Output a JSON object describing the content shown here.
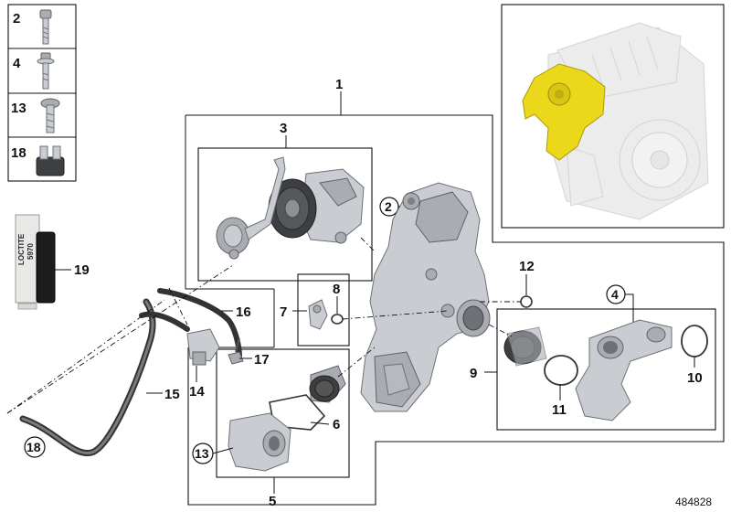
{
  "callouts": {
    "c1": "1",
    "c2": "2",
    "c3": "3",
    "c4": "4",
    "c5": "5",
    "c6": "6",
    "c7": "7",
    "c8": "8",
    "c9": "9",
    "c10": "10",
    "c11": "11",
    "c12": "12",
    "c13": "13",
    "c14": "14",
    "c15": "15",
    "c16": "16",
    "c17": "17",
    "c18": "18",
    "c19": "19"
  },
  "legend": [
    {
      "num": "2",
      "icon": "bolt-icon"
    },
    {
      "num": "4",
      "icon": "flange-bolt-icon"
    },
    {
      "num": "13",
      "icon": "torx-bolt-icon"
    },
    {
      "num": "18",
      "icon": "clip-icon"
    }
  ],
  "sealant": {
    "brand": "LOCTITE",
    "code": "5970"
  },
  "diagram_id": "484828",
  "colors": {
    "highlight": "#ecd81a",
    "part": "#c9ccd0",
    "outline": "#111111"
  }
}
